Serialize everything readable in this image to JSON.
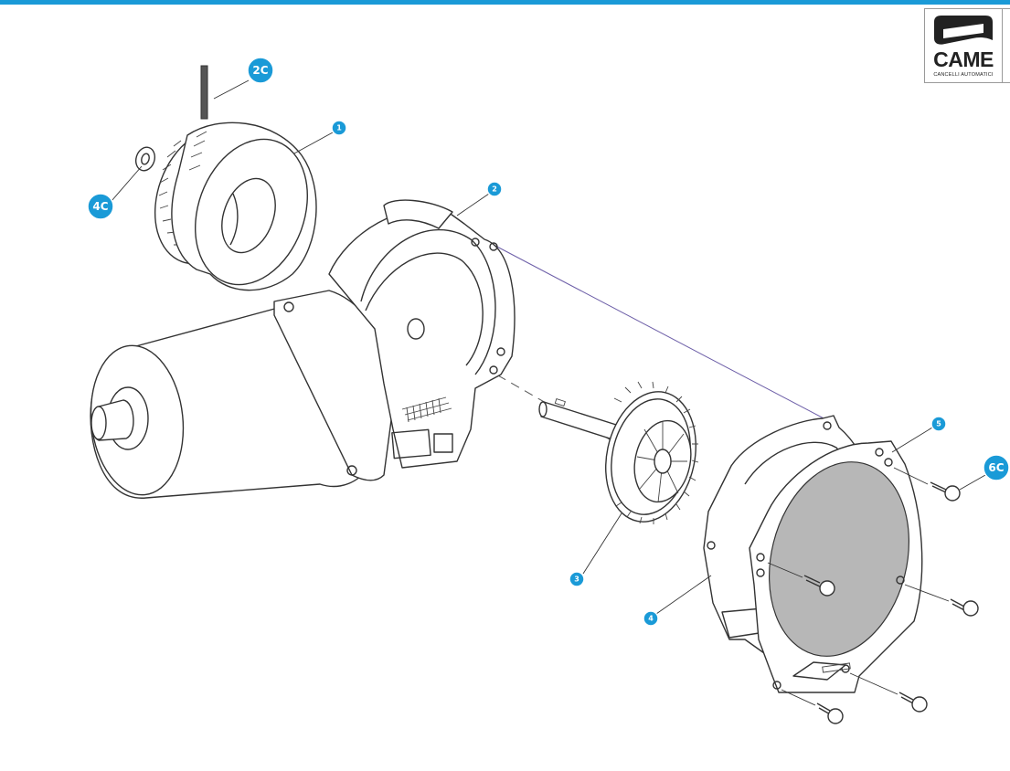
{
  "brand": {
    "name": "CAME",
    "tagline": "CANCELLI AUTOMATICI"
  },
  "colors": {
    "accent": "#1a9ad7",
    "line": "#333333",
    "cover_fill": "#b7b7b7"
  },
  "callouts": {
    "c1": "1",
    "c2": "2",
    "c3": "3",
    "c4": "4",
    "c5": "5",
    "c2C": "2C",
    "c4C": "4C",
    "c6C": "6C"
  }
}
